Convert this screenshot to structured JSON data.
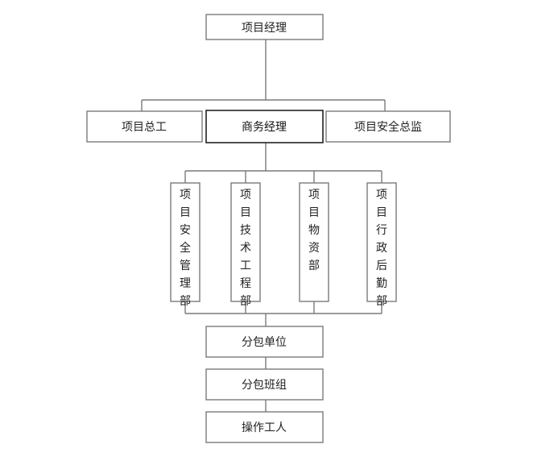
{
  "diagram": {
    "top": "项目经理",
    "second_row": {
      "left": "项目总工",
      "center": "商务经理",
      "right": "项目安全总监"
    },
    "departments": [
      "项目安全管理部",
      "项目技术工程部",
      "项目物资部",
      "项目行政后勤部"
    ],
    "bottom_chain": [
      "分包单位",
      "分包班组",
      "操作工人"
    ]
  }
}
